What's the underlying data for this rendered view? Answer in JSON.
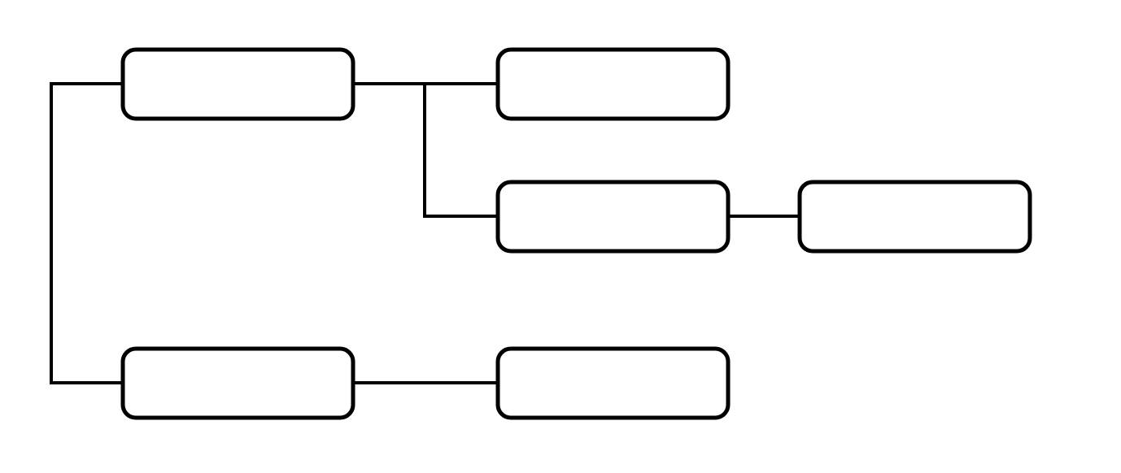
{
  "diagram": {
    "type": "tree",
    "colors": {
      "stroke": "#000000",
      "fill": "#ffffff",
      "background": "#ffffff"
    },
    "nodes": [
      {
        "id": "n1",
        "label": ""
      },
      {
        "id": "n2",
        "label": ""
      },
      {
        "id": "n3",
        "label": ""
      },
      {
        "id": "n4",
        "label": ""
      },
      {
        "id": "n5",
        "label": ""
      },
      {
        "id": "n6",
        "label": ""
      }
    ],
    "edges": [
      {
        "from": "n1",
        "to": "n2"
      },
      {
        "from": "n2",
        "to": "n3"
      },
      {
        "from": "n2",
        "to": "n4"
      },
      {
        "from": "n4",
        "to": "n5"
      },
      {
        "from": "n1",
        "to": "n6"
      }
    ]
  }
}
